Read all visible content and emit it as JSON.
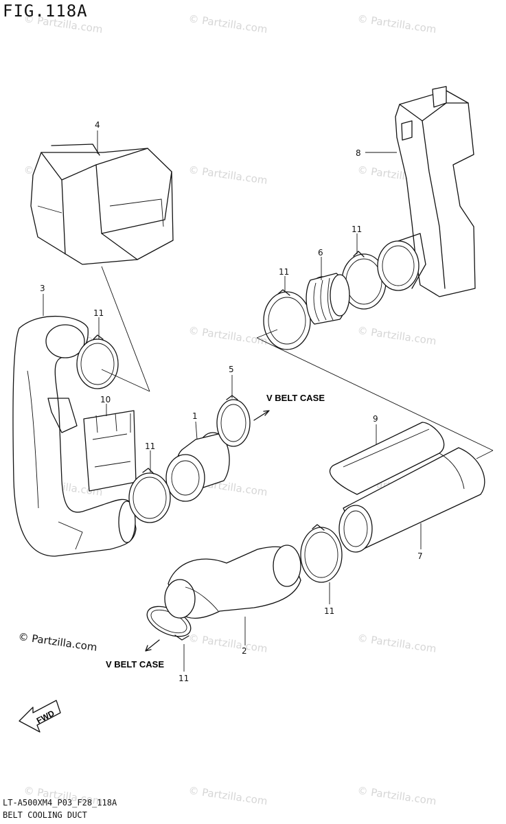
{
  "figure_title": "FIG.118A",
  "footer": {
    "model_code": "LT-A500XM4_P03_F28_118A",
    "section_title": "BELT COOLING DUCT"
  },
  "copyright": "© Partzilla.com",
  "watermark_text": "© Partzilla.com",
  "direction_labels": {
    "v_belt_case_upper": "V BELT CASE",
    "v_belt_case_lower": "V BELT CASE",
    "fwd": "FWD"
  },
  "callouts": [
    {
      "id": "c1",
      "text": "1"
    },
    {
      "id": "c2",
      "text": "2"
    },
    {
      "id": "c3",
      "text": "3"
    },
    {
      "id": "c4",
      "text": "4"
    },
    {
      "id": "c5",
      "text": "5"
    },
    {
      "id": "c6",
      "text": "6"
    },
    {
      "id": "c7",
      "text": "7"
    },
    {
      "id": "c8",
      "text": "8"
    },
    {
      "id": "c9",
      "text": "9"
    },
    {
      "id": "c10",
      "text": "10"
    },
    {
      "id": "c11a",
      "text": "11"
    },
    {
      "id": "c11b",
      "text": "11"
    },
    {
      "id": "c11c",
      "text": "11"
    },
    {
      "id": "c11d",
      "text": "11"
    },
    {
      "id": "c11e",
      "text": "11"
    },
    {
      "id": "c11f",
      "text": "11"
    }
  ]
}
